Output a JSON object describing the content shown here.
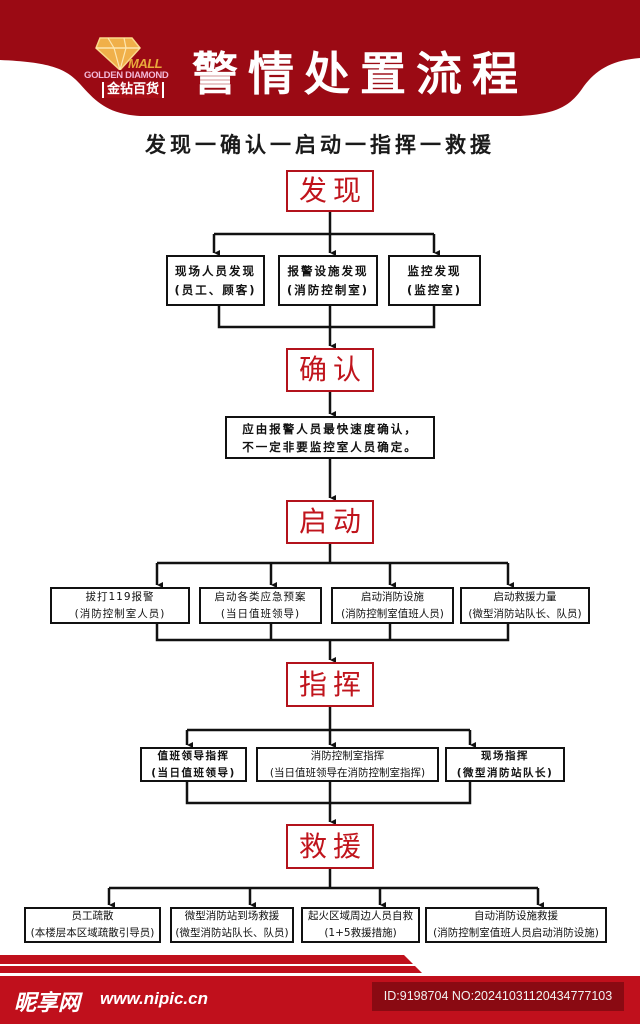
{
  "header": {
    "title": "警情处置流程",
    "logo": {
      "mall": "MALL",
      "english": "GOLDEN DIAMOND",
      "chinese": "金钻百货"
    },
    "bg_color": "#9b0a14"
  },
  "subtitle": "发现一确认一启动一指挥一救援",
  "stages": [
    {
      "label": "发现",
      "boxes": [
        {
          "line1": "现场人员发现",
          "line2": "(员工、顾客)"
        },
        {
          "line1": "报警设施发现",
          "line2": "(消防控制室)"
        },
        {
          "line1": "监控发现",
          "line2": "(监控室)"
        }
      ]
    },
    {
      "label": "确认",
      "boxes": [
        {
          "line1": "应由报警人员最快速度确认，",
          "line2": "不一定非要监控室人员确定。"
        }
      ]
    },
    {
      "label": "启动",
      "boxes": [
        {
          "line1": "拔打119报警",
          "line2": "(消防控制室人员)"
        },
        {
          "line1": "启动各类应急预案",
          "line2": "(当日值班领导)"
        },
        {
          "line1": "启动消防设施",
          "line2": "(消防控制室值班人员)"
        },
        {
          "line1": "启动救援力量",
          "line2": "(微型消防站队长、队员)"
        }
      ]
    },
    {
      "label": "指挥",
      "boxes": [
        {
          "line1": "值班领导指挥",
          "line2": "(当日值班领导)"
        },
        {
          "line1": "消防控制室指挥",
          "line2": "(当日值班领导在消防控制室指挥)"
        },
        {
          "line1": "现场指挥",
          "line2": "(微型消防站队长)"
        }
      ]
    },
    {
      "label": "救援",
      "boxes": [
        {
          "line1": "员工疏散",
          "line2": "(本楼层本区域疏散引导员)"
        },
        {
          "line1": "微型消防站到场救援",
          "line2": "(微型消防站队长、队员)"
        },
        {
          "line1": "起火区域周边人员自救",
          "line2": "(1+5救援措施)"
        },
        {
          "line1": "自动消防设施救援",
          "line2": "(消防控制室值班人员启动消防设施)"
        }
      ]
    }
  ],
  "footer": {
    "site_name": "昵享网",
    "url": "www.nipic.cn",
    "id_text": "ID:9198704 NO:20241031120434777103",
    "bg_color": "#c0101c"
  },
  "colors": {
    "stage_red": "#c0141c",
    "line": "#111111"
  }
}
